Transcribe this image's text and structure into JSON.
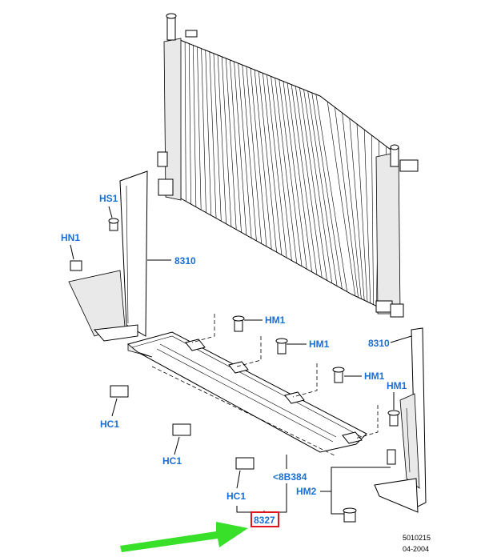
{
  "labels": {
    "hs1": "HS1",
    "hn1": "HN1",
    "p8310_left": "8310",
    "p8310_right": "8310",
    "hm1_a": "HM1",
    "hm1_b": "HM1",
    "hm1_c": "HM1",
    "hm1_d": "HM1",
    "hc1_a": "HC1",
    "hc1_b": "HC1",
    "hc1_c": "HC1",
    "p8b384": "<8B384",
    "hm2": "HM2",
    "p8327": "8327"
  },
  "reference": {
    "code": "5010215",
    "date": "04-2004"
  },
  "colors": {
    "label_blue": "#1a6fd6",
    "highlight_red": "#e0141e",
    "arrow_green": "#38e02a"
  }
}
